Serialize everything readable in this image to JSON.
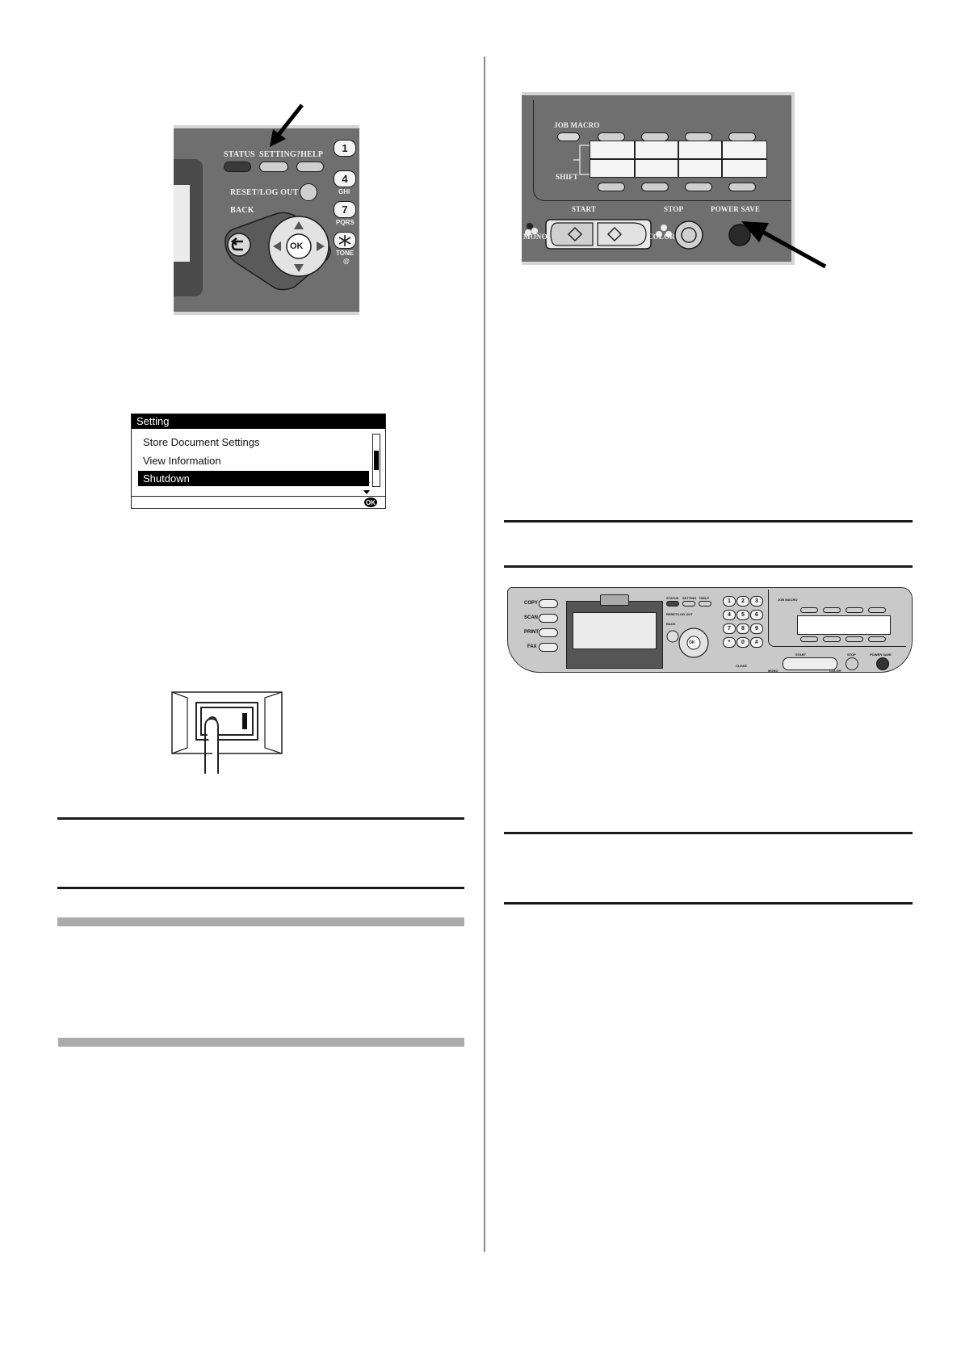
{
  "panel1": {
    "status": "STATUS",
    "setting": "SETTING",
    "help": "?HELP",
    "reset": "RESET/LOG OUT",
    "back": "BACK",
    "ok": "OK",
    "key1": "1",
    "key4": "4",
    "key4_sub": "GHI",
    "key7": "7",
    "key7_sub": "PQRS",
    "key_star_sub": "TONE",
    "key_star_sub2": "@"
  },
  "lcd_menu": {
    "title": "Setting",
    "items": [
      "Store Document Settings",
      "View Information",
      "Shutdown"
    ],
    "ok_label": "OK"
  },
  "panel2": {
    "job_macro": "JOB MACRO",
    "shift": "SHIFT",
    "start": "START",
    "stop": "STOP",
    "power_save": "POWER SAVE",
    "mono": "MONO",
    "color": "COLOR"
  },
  "panel3": {
    "copy": "COPY",
    "scan": "SCAN",
    "print": "PRINT",
    "fax": "FAX",
    "status": "STATUS",
    "setting": "SETTING",
    "help": "?HELP",
    "reset": "RESET/LOG OUT",
    "back": "BACK",
    "ok": "OK",
    "job_macro": "JOB MACRO",
    "start": "START",
    "stop": "STOP",
    "power_save": "POWER SAVE",
    "mono": "MONO",
    "color": "COLOR",
    "clear": "CLEAR",
    "keys": [
      "1",
      "2",
      "3",
      "4",
      "5",
      "6",
      "7",
      "8",
      "9",
      "*",
      "0",
      "#"
    ]
  }
}
